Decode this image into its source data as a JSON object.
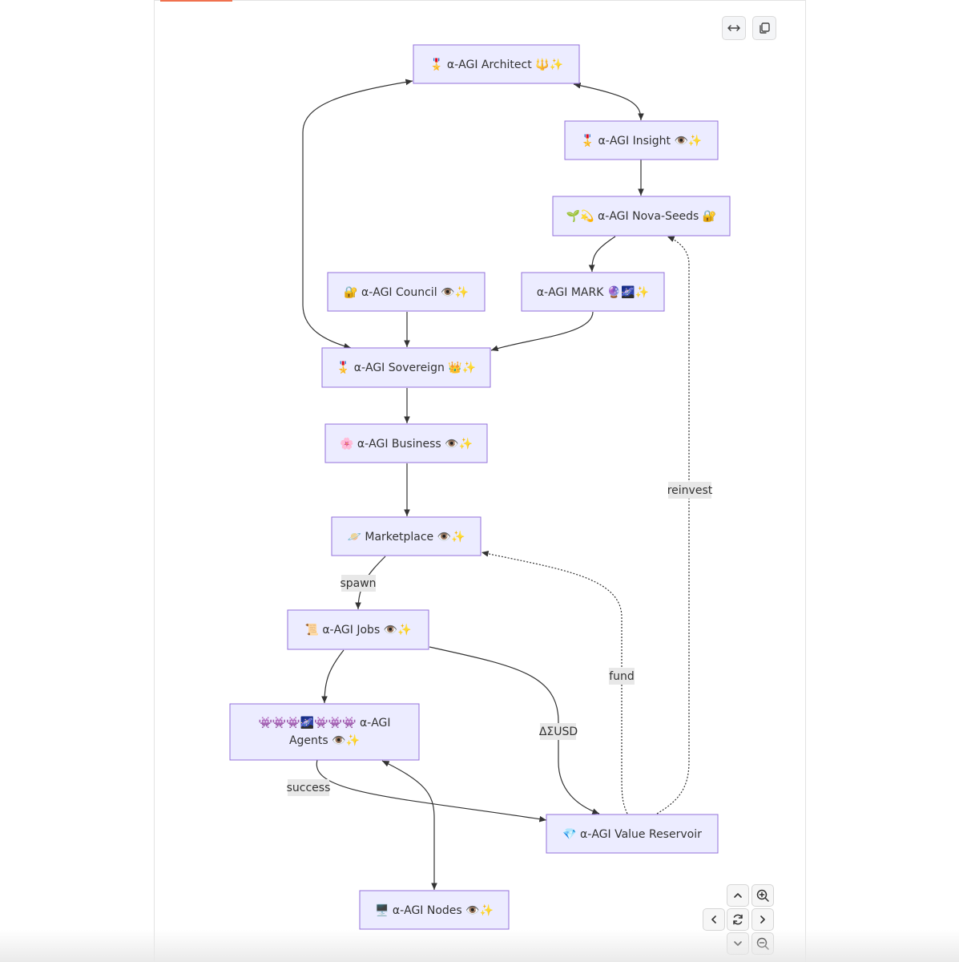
{
  "colors": {
    "node_fill": "#ececff",
    "node_stroke": "#9370db",
    "edge": "#333333",
    "accent": "#f0714e"
  },
  "toolbar": [
    {
      "name": "expand-button",
      "icon": "horizontal-arrows-icon"
    },
    {
      "name": "copy-button",
      "icon": "copy-icon"
    }
  ],
  "controls": [
    {
      "name": "pan-up-button",
      "icon": "chevron-up-icon"
    },
    {
      "name": "zoom-in-button",
      "icon": "zoom-in-icon"
    },
    {
      "name": "pan-left-button",
      "icon": "chevron-left-icon"
    },
    {
      "name": "reset-view-button",
      "icon": "refresh-icon"
    },
    {
      "name": "pan-right-button",
      "icon": "chevron-right-icon"
    },
    {
      "name": "pan-down-button",
      "icon": "chevron-down-icon"
    },
    {
      "name": "zoom-out-button",
      "icon": "zoom-out-icon"
    }
  ],
  "diagram": {
    "nodes": [
      {
        "id": "architect",
        "lines": [
          "🎖️ α-AGI Architect 🔱✨"
        ]
      },
      {
        "id": "insight",
        "lines": [
          "🎖️ α-AGI Insight 👁️✨"
        ]
      },
      {
        "id": "novaseeds",
        "lines": [
          "🌱💫 α-AGI Nova-Seeds 🔐"
        ]
      },
      {
        "id": "council",
        "lines": [
          "🔐 α-AGI Council 👁️✨"
        ]
      },
      {
        "id": "mark",
        "lines": [
          "α-AGI MARK 🔮🌌✨"
        ]
      },
      {
        "id": "sovereign",
        "lines": [
          "🎖️ α-AGI Sovereign 👑✨"
        ]
      },
      {
        "id": "business",
        "lines": [
          "🌸 α-AGI Business 👁️✨"
        ]
      },
      {
        "id": "marketplace",
        "lines": [
          "🪐 Marketplace 👁️✨"
        ]
      },
      {
        "id": "jobs",
        "lines": [
          "📜 α-AGI Jobs 👁️✨"
        ]
      },
      {
        "id": "agents",
        "lines": [
          "👾👾👾🌌👾👾👾 α-AGI",
          "Agents 👁️✨"
        ]
      },
      {
        "id": "reservoir",
        "lines": [
          "💎 α-AGI Value Reservoir"
        ]
      },
      {
        "id": "nodes",
        "lines": [
          "🖥️ α-AGI Nodes 👁️✨"
        ]
      }
    ],
    "edge_labels": {
      "spawn": "spawn",
      "success": "success",
      "dsusd": "ΔΣUSD",
      "fund": "fund",
      "reinvest": "reinvest"
    }
  }
}
